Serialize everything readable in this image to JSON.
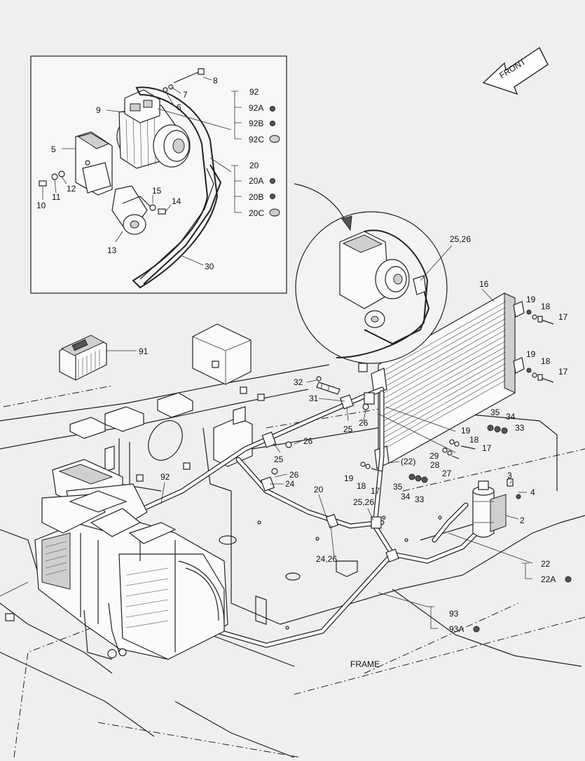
{
  "direction_label": "FRONT",
  "frame_label": "FRAME",
  "callouts": {
    "c8": "8",
    "c7": "7",
    "c9": "9",
    "c6": "6",
    "c5": "5",
    "c10": "10",
    "c11": "11",
    "c12": "12",
    "c15": "15",
    "c14": "14",
    "c13": "13",
    "c30": "30",
    "c92": "92",
    "c92A": "92A",
    "c92B": "92B",
    "c92C": "92C",
    "c20top": "20",
    "c20A": "20A",
    "c20B": "20B",
    "c20C": "20C",
    "c2526top": "25,26",
    "c16": "16",
    "c19a": "19",
    "c18a": "18",
    "c17a": "17",
    "c19b": "19",
    "c18b": "18",
    "c17b": "17",
    "c91": "91",
    "c32": "32",
    "c31": "31",
    "c25a": "25",
    "c26a": "26",
    "c35a": "35",
    "c34a": "34",
    "c33a": "33",
    "c19c": "19",
    "c18c": "18",
    "c17c": "17",
    "c26b": "26",
    "c25b": "25",
    "c26c": "26",
    "c24": "24",
    "c22p": "(22)",
    "c29": "29",
    "c28": "28",
    "c27": "27",
    "c19d": "19",
    "c18d": "18",
    "c17d": "17",
    "c35b": "35",
    "c34b": "34",
    "c33b": "33",
    "c92mid": "92",
    "c20mid": "20",
    "c2526mid": "25,26",
    "c3": "3",
    "c4": "4",
    "c2": "2",
    "c2426": "24,26",
    "c22": "22",
    "c22A": "22A",
    "c93": "93",
    "c93A": "93A"
  }
}
